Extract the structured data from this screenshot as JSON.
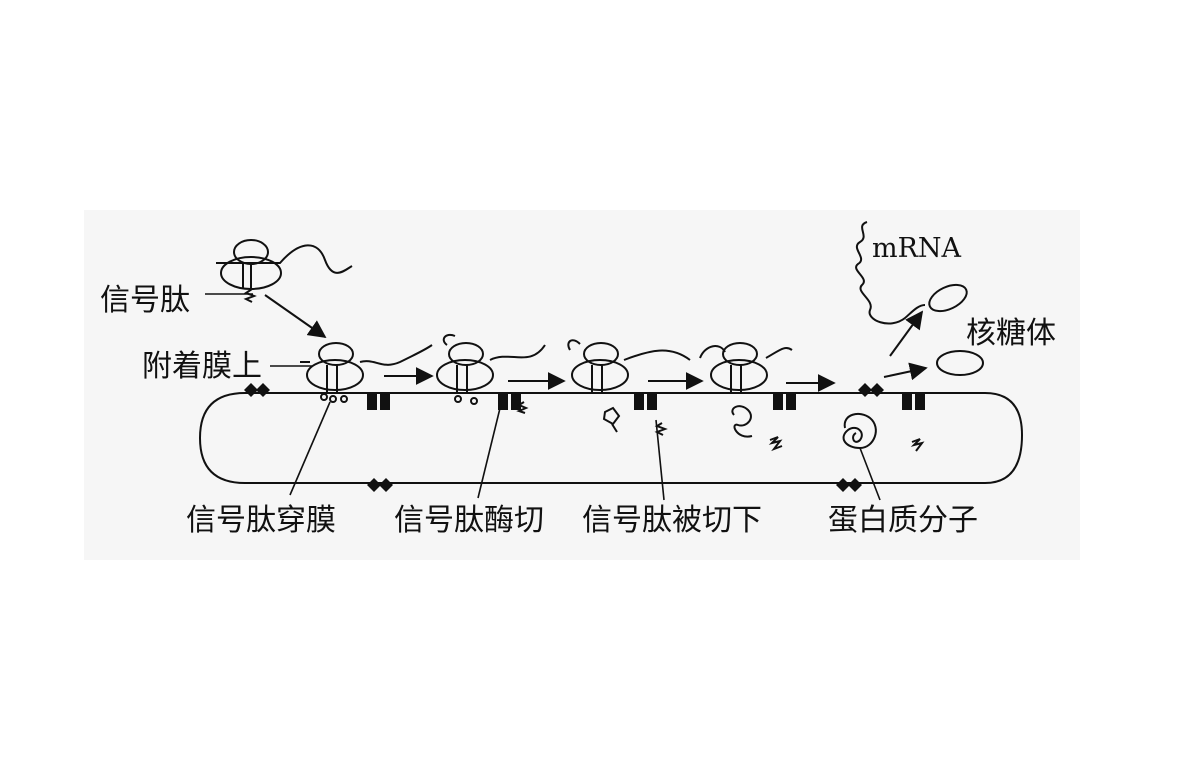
{
  "labels": {
    "signal_peptide": "信号肽",
    "attach_membrane": "附着膜上",
    "mrna": "mRNA",
    "ribosome": "核糖体",
    "signal_crossing": "信号肽穿膜",
    "signal_enzyme_cut": "信号肽酶切",
    "signal_cut_off": "信号肽被切下",
    "protein_molecule": "蛋白质分子"
  }
}
